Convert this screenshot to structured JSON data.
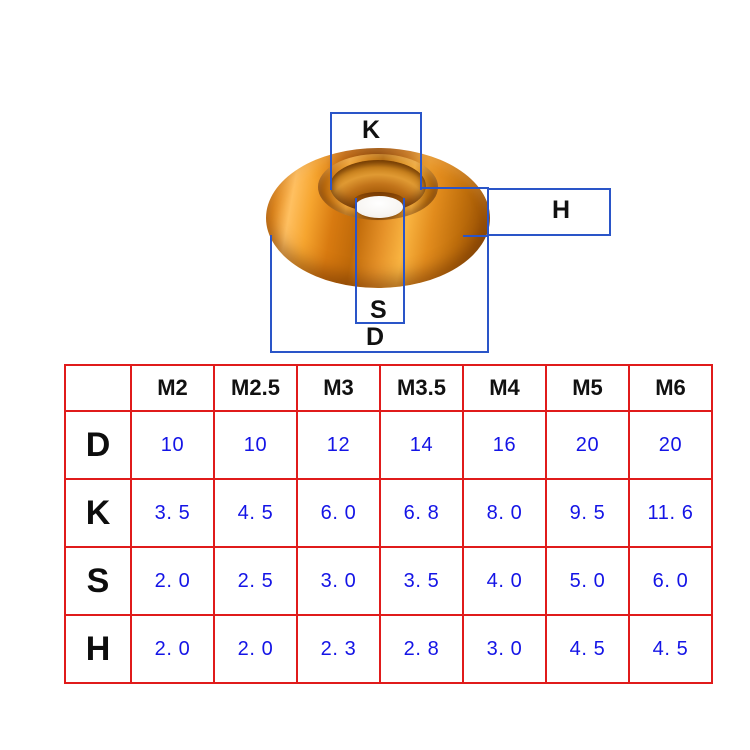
{
  "diagram": {
    "product": "countersunk-cup-washer",
    "callouts": [
      {
        "key": "K",
        "label": "K",
        "meaning": "countersink-top-diameter"
      },
      {
        "key": "H",
        "label": "H",
        "meaning": "overall-thickness"
      },
      {
        "key": "S",
        "label": "S",
        "meaning": "bore-diameter"
      },
      {
        "key": "D",
        "label": "D",
        "meaning": "outer-diameter"
      }
    ],
    "colors": {
      "callout_blue": "#2a55c8",
      "washer_gold": "#e2871a",
      "washer_highlight": "#ffc061",
      "washer_shadow": "#86450a"
    }
  },
  "table": {
    "colors": {
      "border_red": "#e01b1b",
      "header_text": "#111111",
      "value_text": "#1414e6"
    },
    "corner_label": "",
    "columns": [
      "M2",
      "M2.5",
      "M3",
      "M3.5",
      "M4",
      "M5",
      "M6"
    ],
    "rows": [
      {
        "label": "D",
        "values": [
          "10",
          "10",
          "12",
          "14",
          "16",
          "20",
          "20"
        ]
      },
      {
        "label": "K",
        "values": [
          "3. 5",
          "4. 5",
          "6. 0",
          "6. 8",
          "8. 0",
          "9. 5",
          "11. 6"
        ]
      },
      {
        "label": "S",
        "values": [
          "2. 0",
          "2. 5",
          "3. 0",
          "3. 5",
          "4. 0",
          "5. 0",
          "6. 0"
        ]
      },
      {
        "label": "H",
        "values": [
          "2. 0",
          "2. 0",
          "2. 3",
          "2. 8",
          "3. 0",
          "4. 5",
          "4. 5"
        ]
      }
    ]
  }
}
